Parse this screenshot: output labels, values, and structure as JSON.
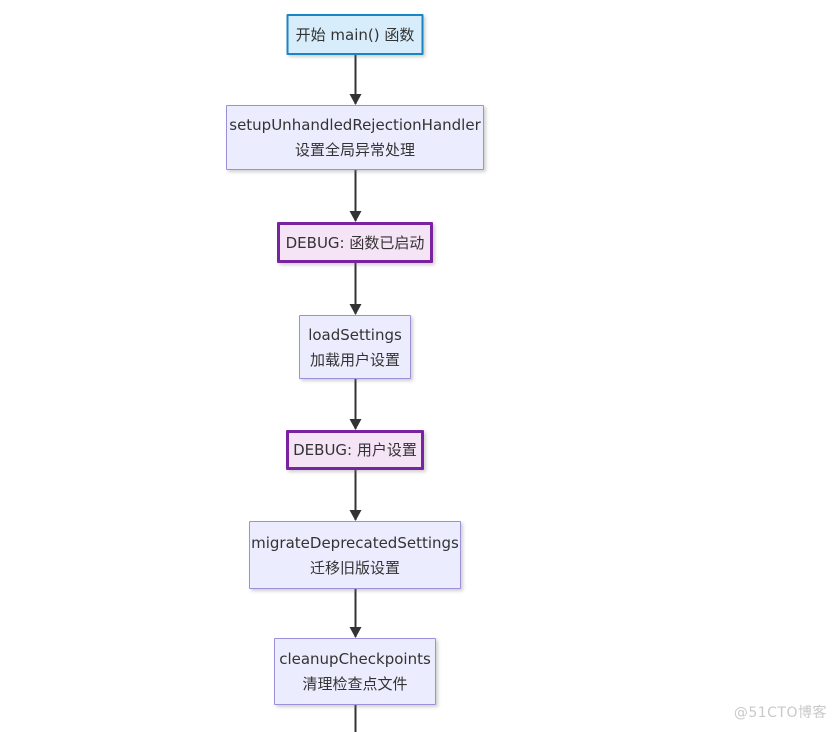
{
  "flowchart": {
    "nodes": [
      {
        "id": "start",
        "type": "start",
        "label_line1": "开始 main() 函数"
      },
      {
        "id": "setup",
        "type": "process",
        "label_line1": "setupUnhandledRejectionHandler",
        "label_line2": "设置全局异常处理"
      },
      {
        "id": "debug1",
        "type": "debug",
        "label_line1": "DEBUG: 函数已启动"
      },
      {
        "id": "load",
        "type": "process",
        "label_line1": "loadSettings",
        "label_line2": "加载用户设置"
      },
      {
        "id": "debug2",
        "type": "debug",
        "label_line1": "DEBUG: 用户设置"
      },
      {
        "id": "migrate",
        "type": "process",
        "label_line1": "migrateDeprecatedSettings",
        "label_line2": "迁移旧版设置"
      },
      {
        "id": "cleanup",
        "type": "process",
        "label_line1": "cleanupCheckpoints",
        "label_line2": "清理检查点文件"
      }
    ],
    "edges": [
      {
        "from": "start",
        "to": "setup"
      },
      {
        "from": "setup",
        "to": "debug1"
      },
      {
        "from": "debug1",
        "to": "load"
      },
      {
        "from": "load",
        "to": "debug2"
      },
      {
        "from": "debug2",
        "to": "migrate"
      },
      {
        "from": "migrate",
        "to": "cleanup"
      },
      {
        "from": "cleanup",
        "to": "offscreen-below"
      }
    ],
    "colors": {
      "start_fill": "#d8edfb",
      "start_border": "#1a85c4",
      "process_fill": "#ececff",
      "process_border": "#9e8fdb",
      "debug_fill": "#f5e3f6",
      "debug_border": "#7a23a0",
      "arrow": "#333333",
      "text": "#333333"
    }
  },
  "watermark": {
    "text": "@51CTO博客"
  }
}
